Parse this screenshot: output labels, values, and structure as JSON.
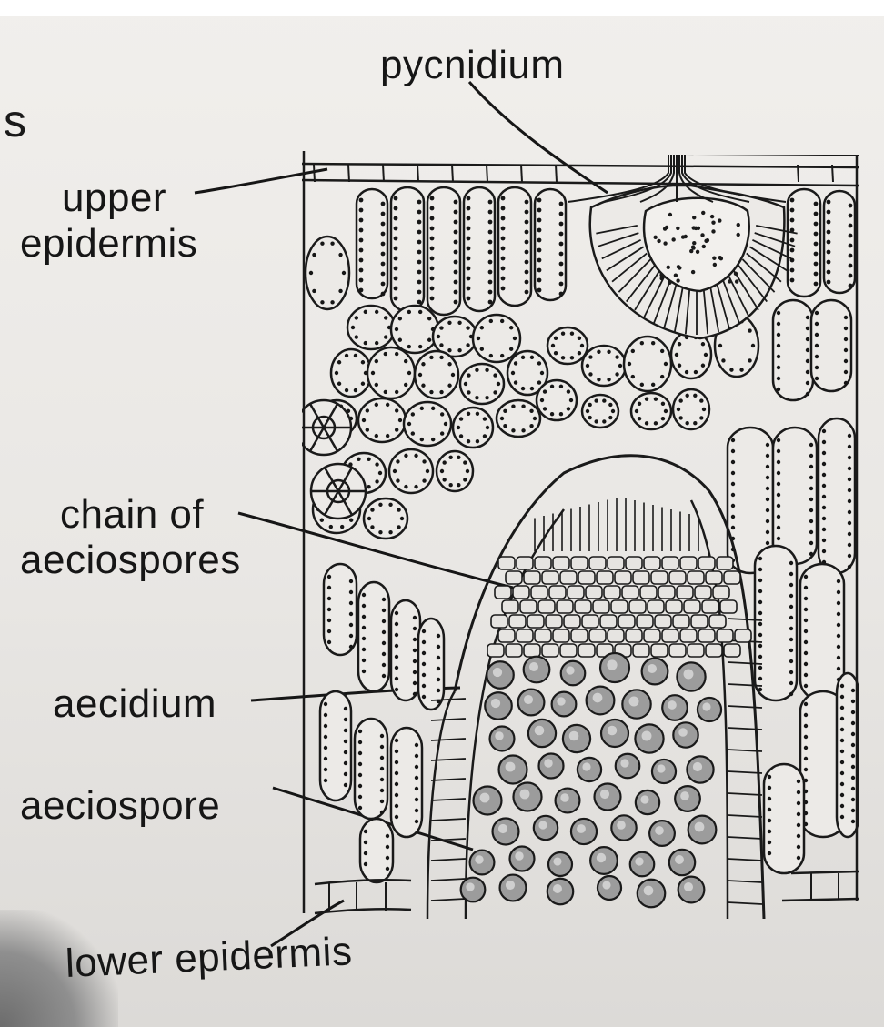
{
  "labels": {
    "pycnidium": "pycnidium",
    "upper_epidermis_1": "upper",
    "upper_epidermis_2": "epidermis",
    "chain_1": "chain of",
    "chain_2": "aeciospores",
    "aecidium": "aecidium",
    "aeciospore": "aeciospore",
    "lower_epidermis": "lower epidermis"
  },
  "margin_mark": "s",
  "colors": {
    "ink": "#161616",
    "paper": "#eceae7",
    "spore_fill": "#9c9c9c"
  }
}
